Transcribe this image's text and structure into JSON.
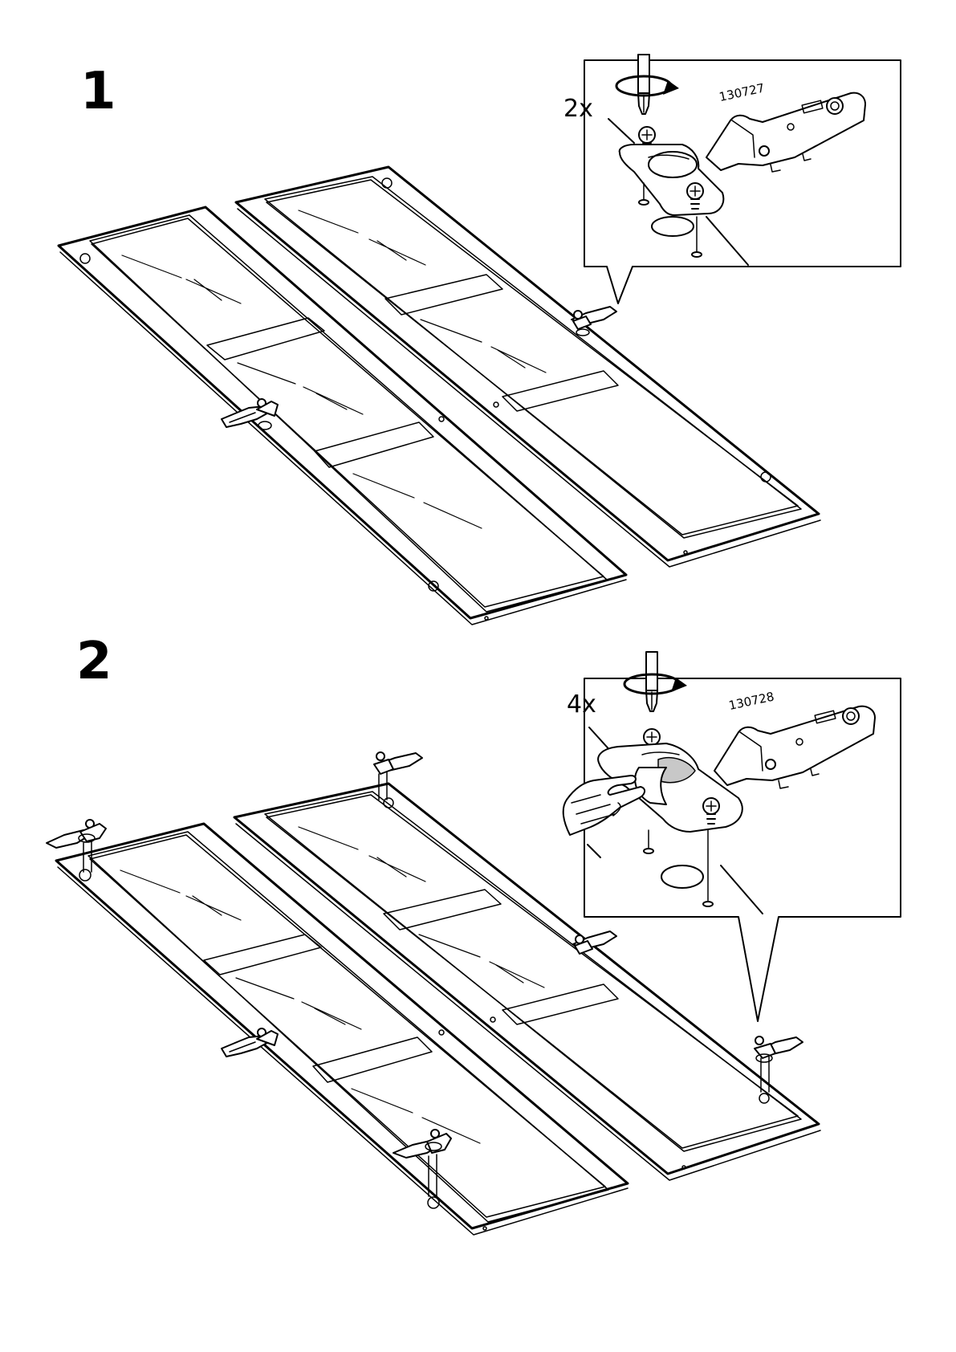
{
  "steps": [
    {
      "number": "1",
      "detail": {
        "quantity": "2x",
        "part_number": "130727"
      }
    },
    {
      "number": "2",
      "detail": {
        "quantity": "4x",
        "part_number": "130728"
      }
    }
  ]
}
